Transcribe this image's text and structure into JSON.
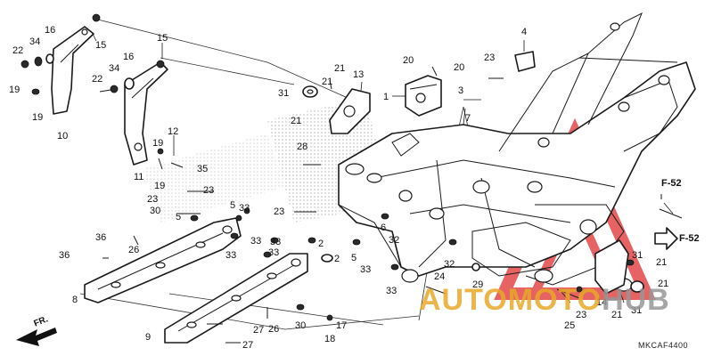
{
  "diagram": {
    "code": "MKCAF4400",
    "direction": "FR.",
    "references": [
      "F-52",
      "F-52"
    ],
    "callouts": [
      {
        "id": "c1",
        "text": "22"
      },
      {
        "id": "c2",
        "text": "34"
      },
      {
        "id": "c3",
        "text": "16"
      },
      {
        "id": "c4",
        "text": "15"
      },
      {
        "id": "c5",
        "text": "19"
      },
      {
        "id": "c6",
        "text": "19"
      },
      {
        "id": "c7",
        "text": "10"
      },
      {
        "id": "c8",
        "text": "15"
      },
      {
        "id": "c9",
        "text": "34"
      },
      {
        "id": "c10",
        "text": "16"
      },
      {
        "id": "c11",
        "text": "22"
      },
      {
        "id": "c12",
        "text": "19"
      },
      {
        "id": "c13",
        "text": "12"
      },
      {
        "id": "c14",
        "text": "11"
      },
      {
        "id": "c15",
        "text": "19"
      },
      {
        "id": "c16",
        "text": "35"
      },
      {
        "id": "c17",
        "text": "23"
      },
      {
        "id": "c18",
        "text": "23"
      },
      {
        "id": "c19",
        "text": "30"
      },
      {
        "id": "c20",
        "text": "5"
      },
      {
        "id": "c21",
        "text": "5"
      },
      {
        "id": "c22",
        "text": "33"
      },
      {
        "id": "c23",
        "text": "36"
      },
      {
        "id": "c24",
        "text": "26"
      },
      {
        "id": "c25",
        "text": "36"
      },
      {
        "id": "c26",
        "text": "8"
      },
      {
        "id": "c27",
        "text": "33"
      },
      {
        "id": "c28",
        "text": "33"
      },
      {
        "id": "c29",
        "text": "2"
      },
      {
        "id": "c30",
        "text": "2"
      },
      {
        "id": "c31",
        "text": "9"
      },
      {
        "id": "c32",
        "text": "27"
      },
      {
        "id": "c33",
        "text": "27"
      },
      {
        "id": "c34",
        "text": "26"
      },
      {
        "id": "c35",
        "text": "30"
      },
      {
        "id": "c36",
        "text": "17"
      },
      {
        "id": "c37",
        "text": "18"
      },
      {
        "id": "c38",
        "text": "31"
      },
      {
        "id": "c39",
        "text": "21"
      },
      {
        "id": "c40",
        "text": "13"
      },
      {
        "id": "c41",
        "text": "21"
      },
      {
        "id": "c42",
        "text": "21"
      },
      {
        "id": "c43",
        "text": "20"
      },
      {
        "id": "c44",
        "text": "20"
      },
      {
        "id": "c45",
        "text": "1"
      },
      {
        "id": "c46",
        "text": "23"
      },
      {
        "id": "c47",
        "text": "4"
      },
      {
        "id": "c48",
        "text": "3"
      },
      {
        "id": "c49",
        "text": "7"
      },
      {
        "id": "c50",
        "text": "28"
      },
      {
        "id": "c51",
        "text": "23"
      },
      {
        "id": "c52",
        "text": "33"
      },
      {
        "id": "c53",
        "text": "6"
      },
      {
        "id": "c54",
        "text": "32"
      },
      {
        "id": "c55",
        "text": "5"
      },
      {
        "id": "c56",
        "text": "33"
      },
      {
        "id": "c57",
        "text": "24"
      },
      {
        "id": "c58",
        "text": "32"
      },
      {
        "id": "c59",
        "text": "29"
      },
      {
        "id": "c60",
        "text": "23"
      },
      {
        "id": "c61",
        "text": "25"
      },
      {
        "id": "c62",
        "text": "14"
      },
      {
        "id": "c63",
        "text": "21"
      },
      {
        "id": "c64",
        "text": "31"
      },
      {
        "id": "c65",
        "text": "21"
      },
      {
        "id": "c66",
        "text": "21"
      },
      {
        "id": "c67",
        "text": "31"
      },
      {
        "id": "c68",
        "text": "33"
      },
      {
        "id": "c69",
        "text": "33"
      }
    ]
  },
  "watermark": {
    "part1": "AUTOMOTO",
    "part2": "HUB",
    "accent": "#e8a828",
    "gray": "#969696",
    "red": "#e23c3c"
  }
}
